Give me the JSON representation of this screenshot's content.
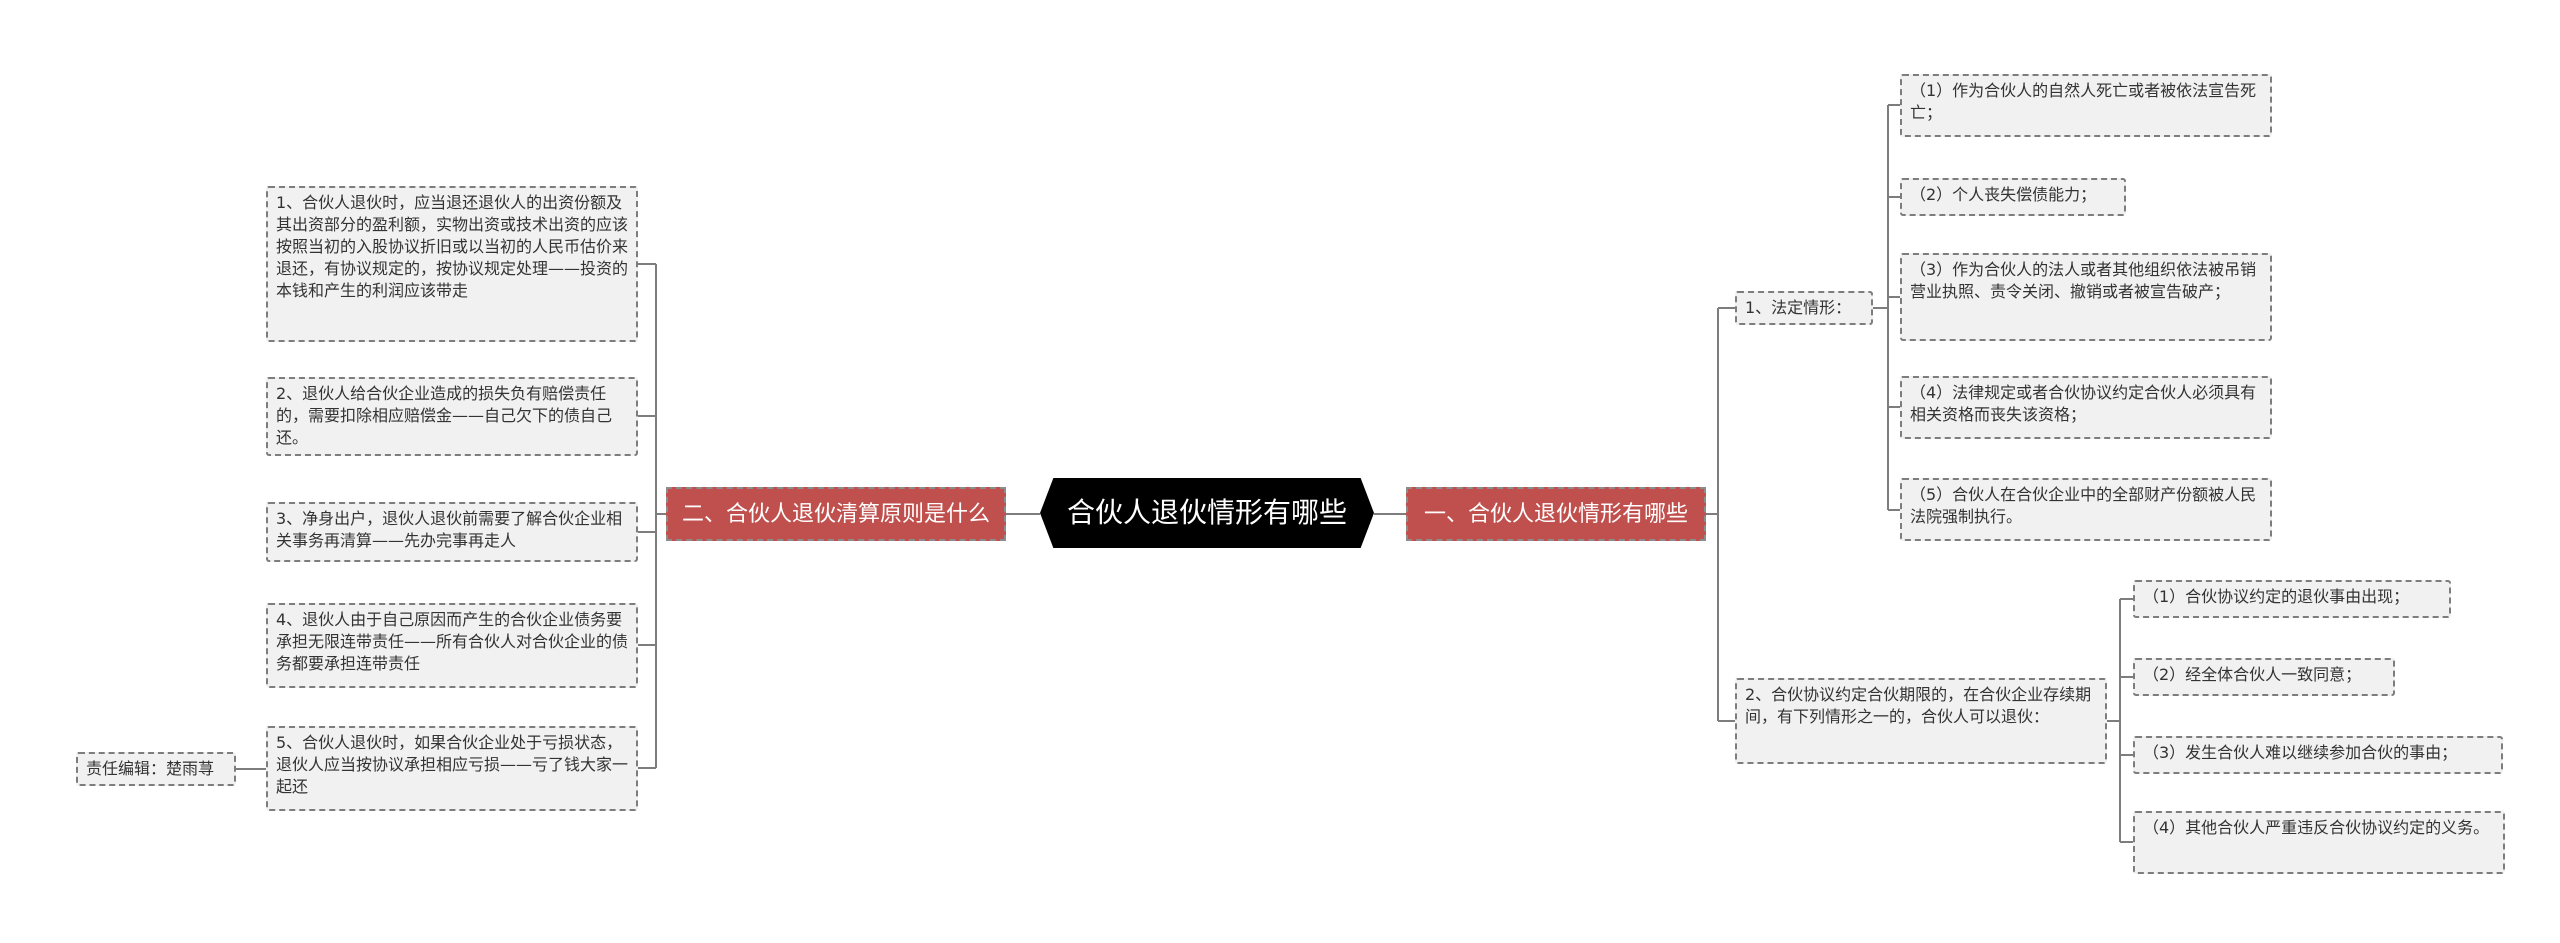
{
  "diagram": {
    "colors": {
      "root_bg": "#000000",
      "branch_bg": "#c0504d",
      "leaf_bg": "#f1f1f1",
      "line": "#7d7d7d"
    },
    "root": {
      "label": "合伙人退伙情形有哪些"
    },
    "left_branch": {
      "label": "二、合伙人退伙清算原则是什么",
      "items": [
        "1、合伙人退伙时，应当退还退伙人的出资份额及其出资部分的盈利额，实物出资或技术出资的应该按照当初的入股协议折旧或以当初的人民币估价来退还，有协议规定的，按协议规定处理——投资的本钱和产生的利润应该带走",
        "2、退伙人给合伙企业造成的损失负有赔偿责任的，需要扣除相应赔偿金——自己欠下的债自己还。",
        "3、净身出户，退伙人退伙前需要了解合伙企业相关事务再清算——先办完事再走人",
        "4、退伙人由于自己原因而产生的合伙企业债务要承担无限连带责任——所有合伙人对合伙企业的债务都要承担连带责任",
        "5、合伙人退伙时，如果合伙企业处于亏损状态，退伙人应当按协议承担相应亏损——亏了钱大家一起还"
      ],
      "editor": "责任编辑：楚雨荨"
    },
    "right_branch": {
      "label": "一、合伙人退伙情形有哪些",
      "sub1": {
        "label": "1、法定情形：",
        "items": [
          "（1）作为合伙人的自然人死亡或者被依法宣告死亡；",
          "（2）个人丧失偿债能力；",
          "（3）作为合伙人的法人或者其他组织依法被吊销营业执照、责令关闭、撤销或者被宣告破产；",
          "（4）法律规定或者合伙协议约定合伙人必须具有相关资格而丧失该资格；",
          "（5）合伙人在合伙企业中的全部财产份额被人民法院强制执行。"
        ]
      },
      "sub2": {
        "label": "2、合伙协议约定合伙期限的，在合伙企业存续期间，有下列情形之一的，合伙人可以退伙：",
        "items": [
          "（1）合伙协议约定的退伙事由出现；",
          "（2）经全体合伙人一致同意；",
          "（3）发生合伙人难以继续参加合伙的事由；",
          "（4）其他合伙人严重违反合伙协议约定的义务。"
        ]
      }
    }
  }
}
